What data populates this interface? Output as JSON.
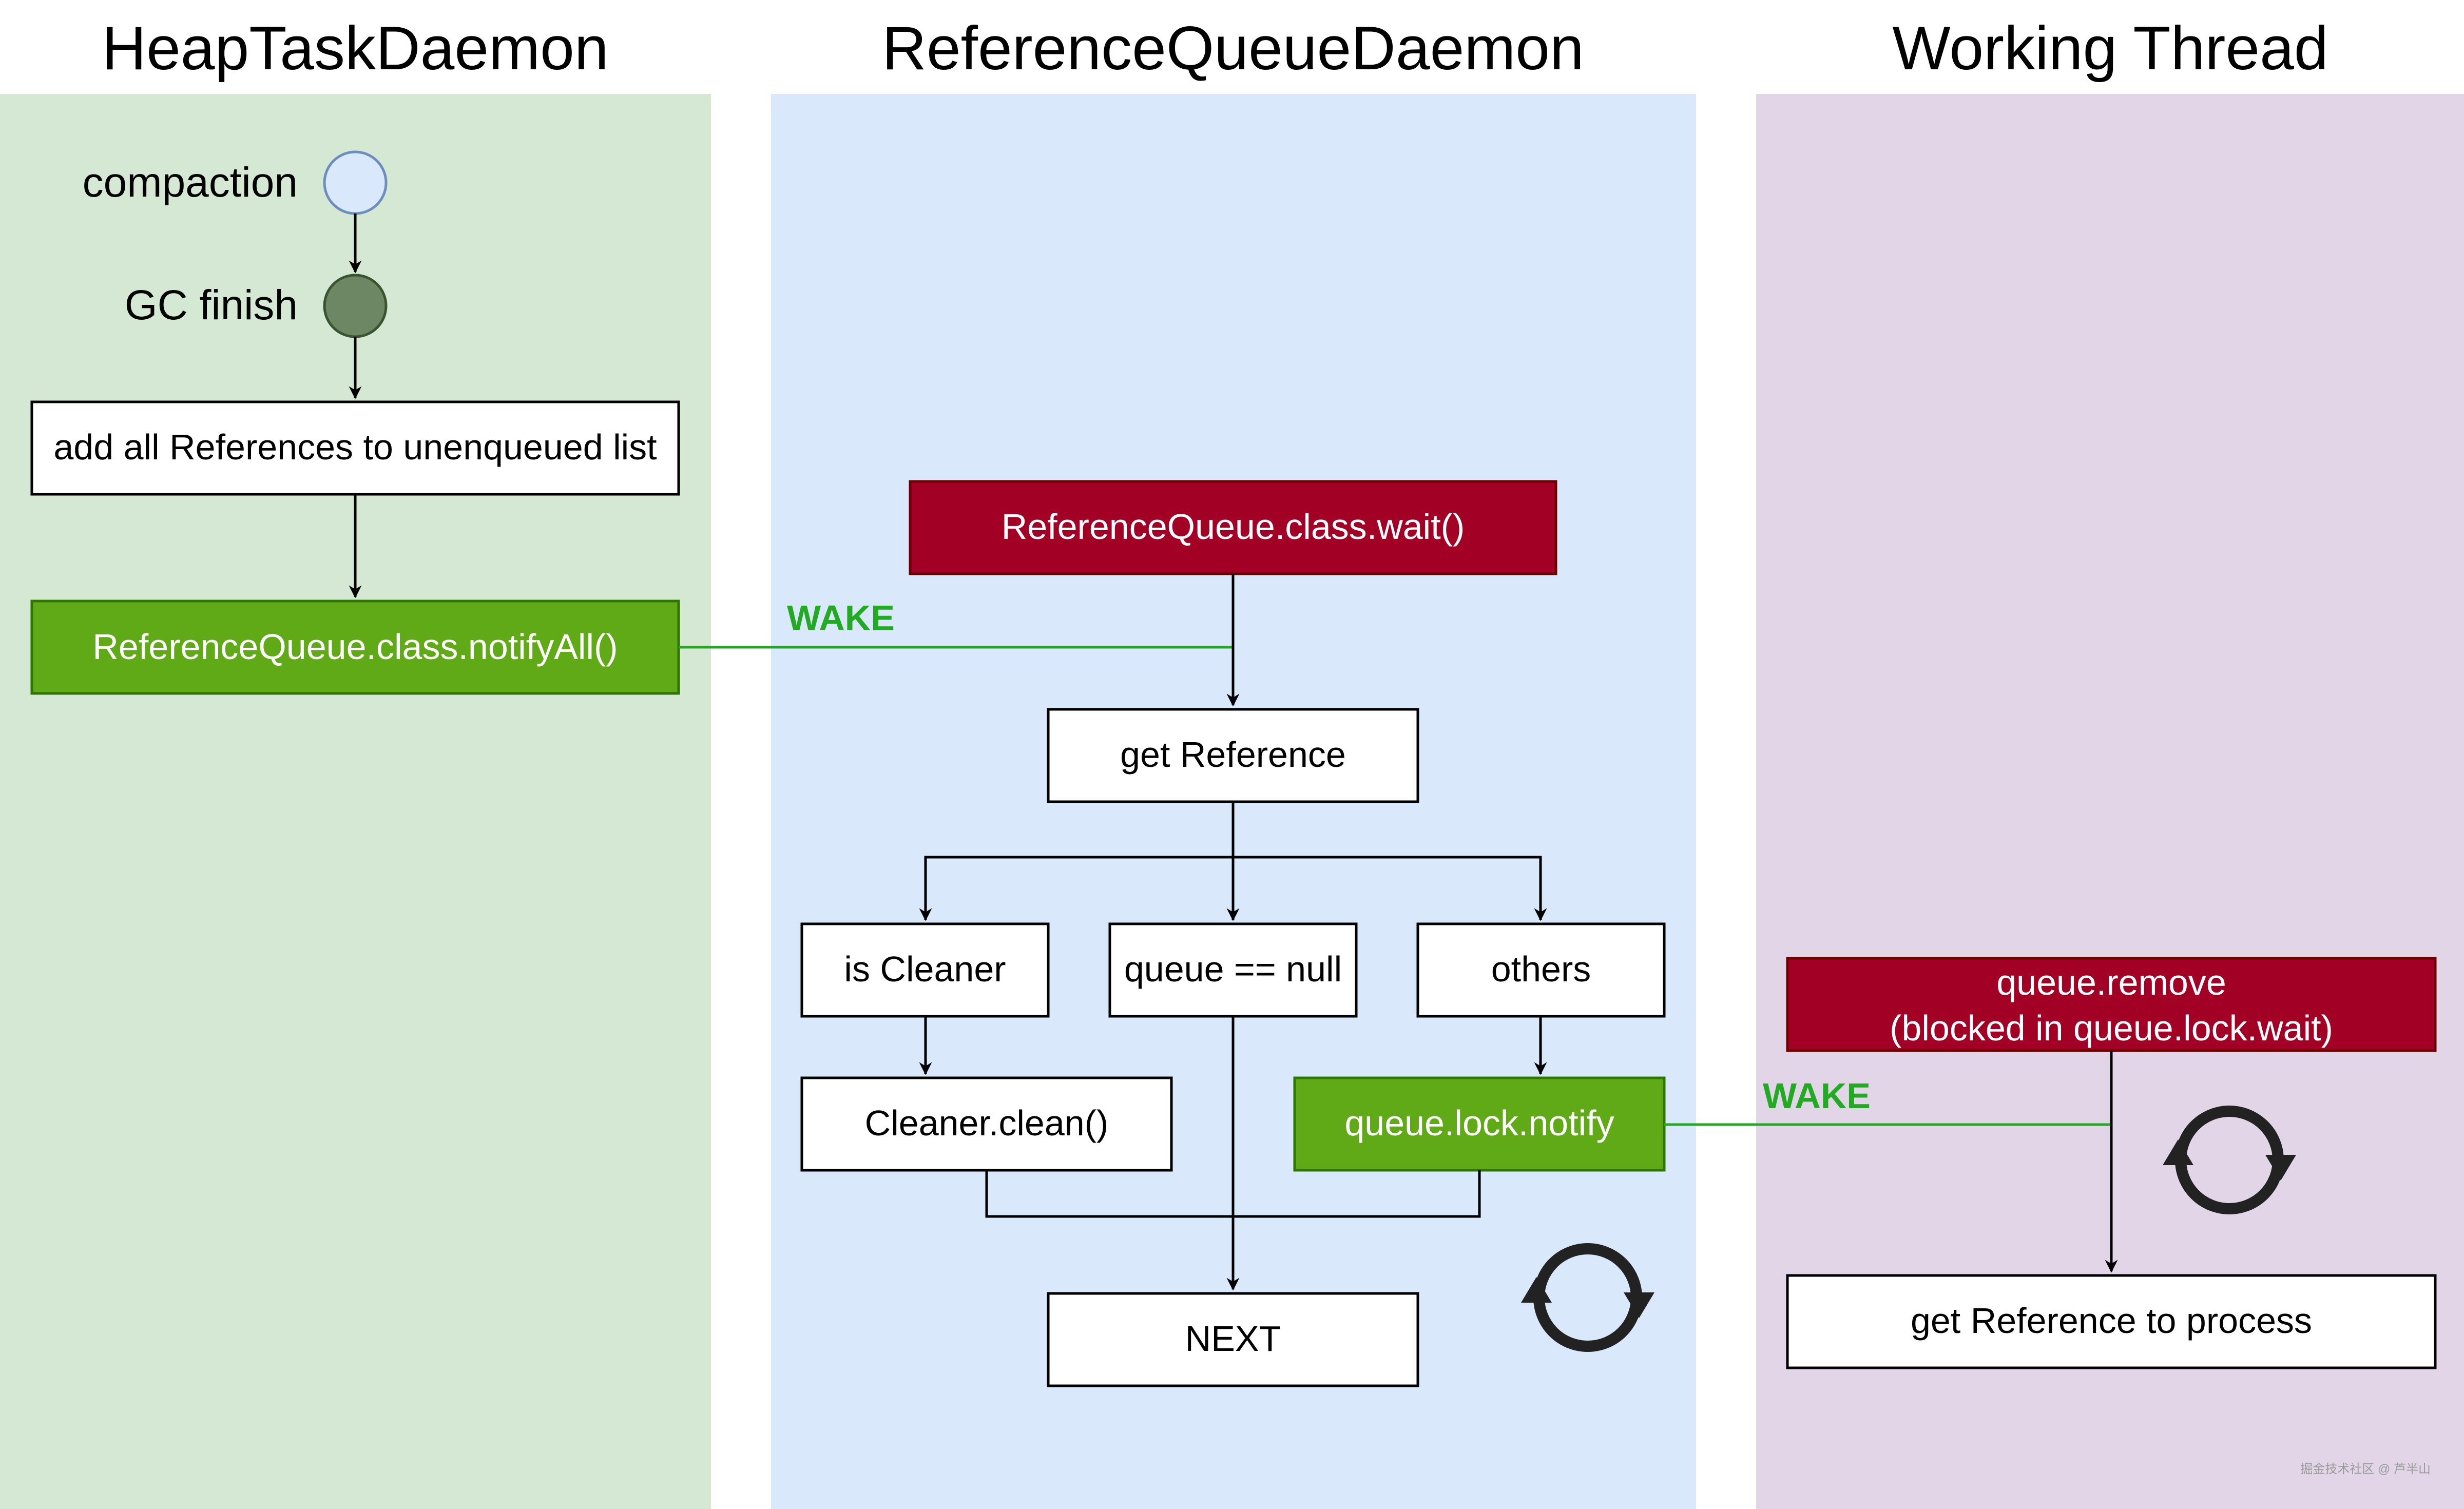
{
  "colors": {
    "lane_heap": "#d5e8d4",
    "lane_refqueue": "#dae8fc",
    "lane_worker": "#e1d5e7",
    "box_red": "#a20025",
    "box_green": "#60a917",
    "wake_line": "#22aa22",
    "circle_start": "#dae8fc",
    "circle_start_stroke": "#6c8ebf",
    "circle_finish": "#6d8764",
    "circle_finish_stroke": "#3a5431"
  },
  "lanes": {
    "heap": {
      "title": "HeapTaskDaemon"
    },
    "refqueue": {
      "title": "ReferenceQueueDaemon"
    },
    "worker": {
      "title": "Working Thread"
    }
  },
  "heap": {
    "compaction_label": "compaction",
    "gc_finish_label": "GC finish",
    "add_refs": "add all References to unenqueued list",
    "notify_all": "ReferenceQueue.class.notifyAll()"
  },
  "refqueue": {
    "class_wait": "ReferenceQueue.class.wait()",
    "get_reference": "get Reference",
    "is_cleaner": "is Cleaner",
    "queue_null": "queue == null",
    "others": "others",
    "cleaner_clean": "Cleaner.clean()",
    "lock_notify": "queue.lock.notify",
    "next": "NEXT",
    "loop_icon": "refresh-icon"
  },
  "worker": {
    "queue_remove_line1": "queue.remove",
    "queue_remove_line2": "(blocked in queue.lock.wait)",
    "get_ref_process": "get Reference to process",
    "loop_icon": "refresh-icon"
  },
  "wake_labels": {
    "left": "WAKE",
    "right": "WAKE"
  },
  "watermark": "掘金技术社区 @ 芦半山"
}
